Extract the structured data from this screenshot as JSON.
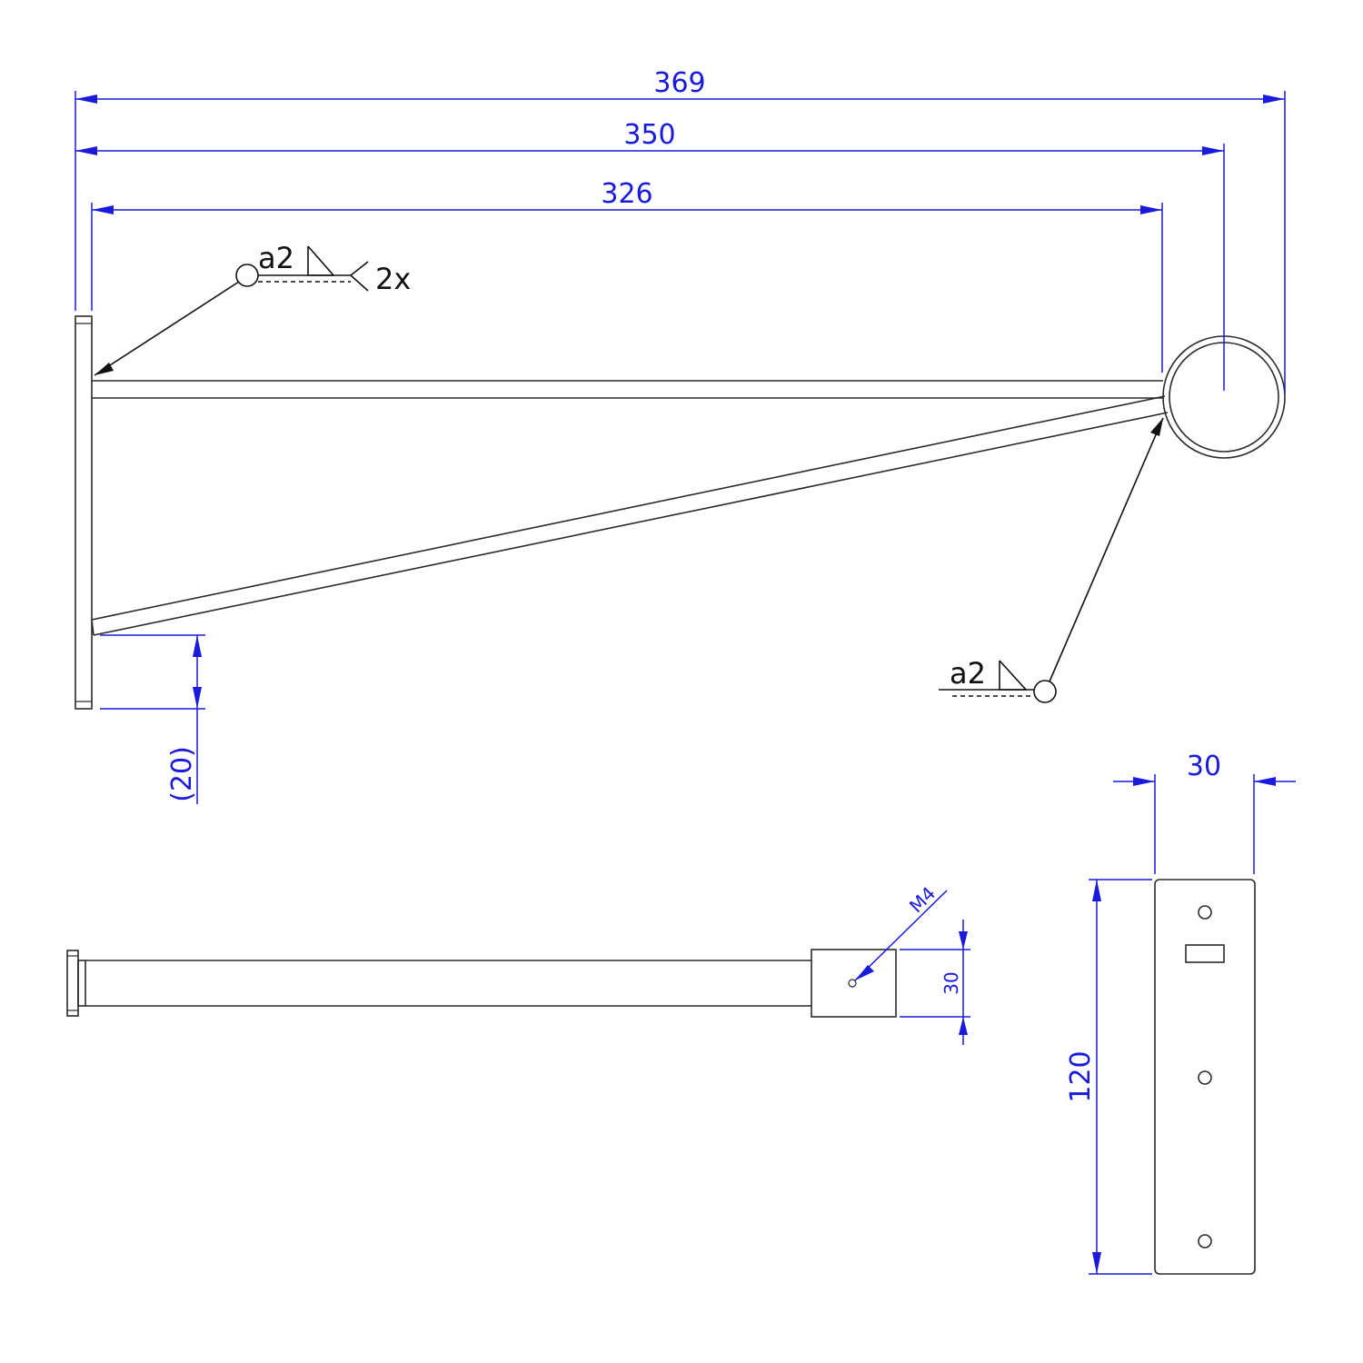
{
  "dimensions": {
    "overall_length": "369",
    "center_length": "350",
    "inner_length": "326",
    "brace_offset": "(20)",
    "plate_width": "30",
    "plate_height": "120",
    "tab_height": "30",
    "thread": "M4"
  },
  "welds": {
    "top_symbol": {
      "size": "a2",
      "count": "2x"
    },
    "bottom_symbol": {
      "size": "a2"
    }
  },
  "colors": {
    "dimension": "#1a1adc",
    "geometry": "#2a2a2a"
  }
}
